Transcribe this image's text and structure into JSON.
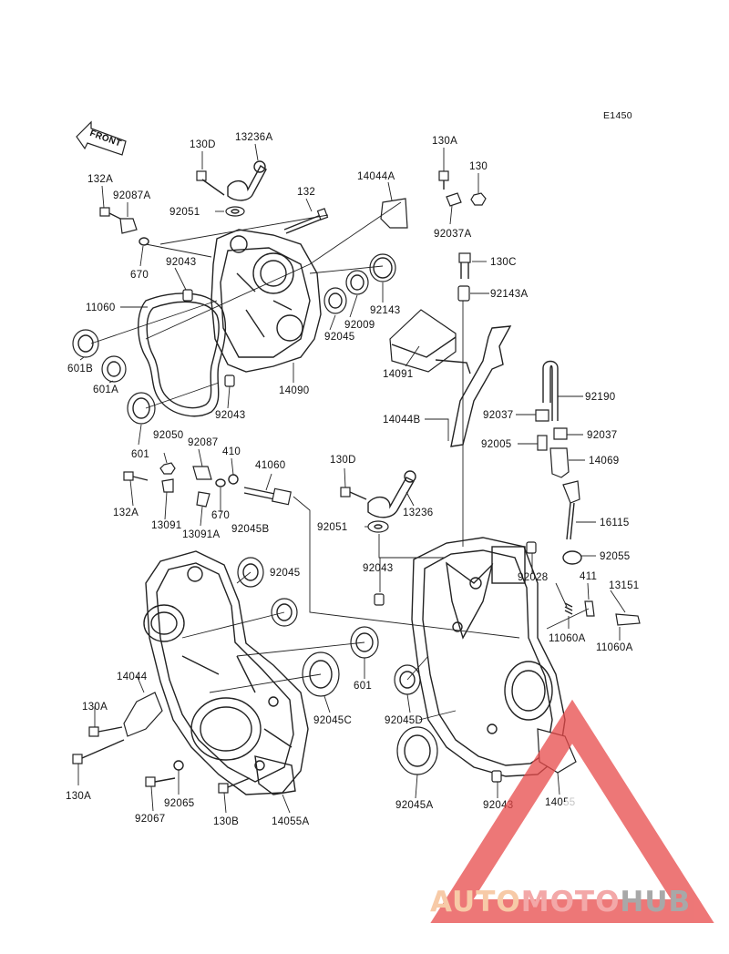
{
  "diagram": {
    "ref_code": "E1450",
    "front_label": "FRONT",
    "callouts": [
      {
        "id": "c130D_a",
        "text": "130D"
      },
      {
        "id": "c13236A",
        "text": "13236A"
      },
      {
        "id": "c130A_a",
        "text": "130A"
      },
      {
        "id": "c130",
        "text": "130"
      },
      {
        "id": "c132A_a",
        "text": "132A"
      },
      {
        "id": "c92087A",
        "text": "92087A"
      },
      {
        "id": "c14044A",
        "text": "14044A"
      },
      {
        "id": "c92051_a",
        "text": "92051"
      },
      {
        "id": "c132",
        "text": "132"
      },
      {
        "id": "c92037A",
        "text": "92037A"
      },
      {
        "id": "c670_a",
        "text": "670"
      },
      {
        "id": "c92043_a",
        "text": "92043"
      },
      {
        "id": "c130C",
        "text": "130C"
      },
      {
        "id": "c92143",
        "text": "92143"
      },
      {
        "id": "c92143A",
        "text": "92143A"
      },
      {
        "id": "c11060",
        "text": "11060"
      },
      {
        "id": "c92009",
        "text": "92009"
      },
      {
        "id": "c92045_a",
        "text": "92045"
      },
      {
        "id": "c601B",
        "text": "601B"
      },
      {
        "id": "c14091",
        "text": "14091"
      },
      {
        "id": "c14090",
        "text": "14090"
      },
      {
        "id": "c92190",
        "text": "92190"
      },
      {
        "id": "c601A",
        "text": "601A"
      },
      {
        "id": "c92043_b",
        "text": "92043"
      },
      {
        "id": "c14044B",
        "text": "14044B"
      },
      {
        "id": "c92037_a",
        "text": "92037"
      },
      {
        "id": "c92037_b",
        "text": "92037"
      },
      {
        "id": "c601_a",
        "text": "601"
      },
      {
        "id": "c92050",
        "text": "92050"
      },
      {
        "id": "c92005",
        "text": "92005"
      },
      {
        "id": "c92087",
        "text": "92087"
      },
      {
        "id": "c410",
        "text": "410"
      },
      {
        "id": "c14069",
        "text": "14069"
      },
      {
        "id": "c41060",
        "text": "41060"
      },
      {
        "id": "c130D_b",
        "text": "130D"
      },
      {
        "id": "c132A_b",
        "text": "132A"
      },
      {
        "id": "c670_b",
        "text": "670"
      },
      {
        "id": "c13236",
        "text": "13236"
      },
      {
        "id": "c13091",
        "text": "13091"
      },
      {
        "id": "c13091A",
        "text": "13091A"
      },
      {
        "id": "c92045B",
        "text": "92045B"
      },
      {
        "id": "c16115",
        "text": "16115"
      },
      {
        "id": "c92051_b",
        "text": "92051"
      },
      {
        "id": "c92055",
        "text": "92055"
      },
      {
        "id": "c92045_b",
        "text": "92045"
      },
      {
        "id": "c92043_c",
        "text": "92043"
      },
      {
        "id": "c92028",
        "text": "92028"
      },
      {
        "id": "c411",
        "text": "411"
      },
      {
        "id": "c13151",
        "text": "13151"
      },
      {
        "id": "c11060A_a",
        "text": "11060A"
      },
      {
        "id": "c11060A_b",
        "text": "11060A"
      },
      {
        "id": "c14044",
        "text": "14044"
      },
      {
        "id": "c601_b",
        "text": "601"
      },
      {
        "id": "c130A_b",
        "text": "130A"
      },
      {
        "id": "c92045C",
        "text": "92045C"
      },
      {
        "id": "c92045D",
        "text": "92045D"
      },
      {
        "id": "c130A_c",
        "text": "130A"
      },
      {
        "id": "c92065",
        "text": "92065"
      },
      {
        "id": "c92067",
        "text": "92067"
      },
      {
        "id": "c130B",
        "text": "130B"
      },
      {
        "id": "c14055A",
        "text": "14055A"
      },
      {
        "id": "c92045A",
        "text": "92045A"
      },
      {
        "id": "c92043_d",
        "text": "92043"
      },
      {
        "id": "c14055",
        "text": "14055"
      }
    ]
  },
  "watermark": {
    "part1": "AUTO",
    "part2": "MOTO",
    "part3": "HUB",
    "color1": "#f5b98a",
    "color2": "#ef8c8c",
    "color3": "#8c8c8c",
    "triangle_color": "#e84a4a"
  }
}
